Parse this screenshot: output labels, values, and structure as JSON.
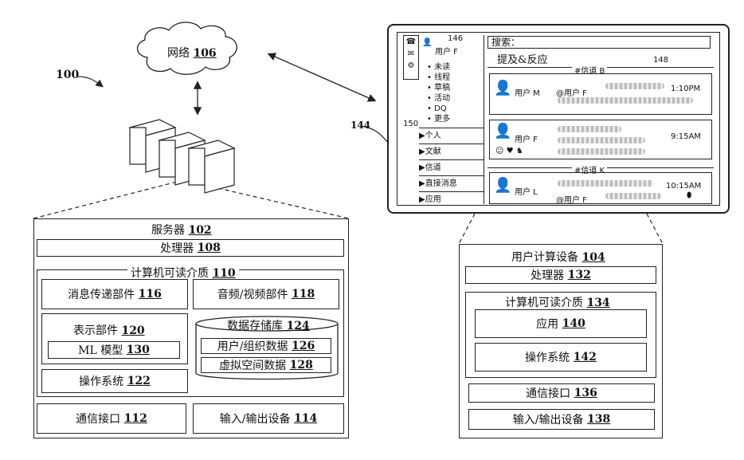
{
  "system": {
    "ref": "100"
  },
  "network": {
    "label": "网络",
    "ref": "106"
  },
  "server": {
    "title": "服务器",
    "ref": "102",
    "processor": {
      "label": "处理器",
      "ref": "108"
    },
    "crm": {
      "label": "计算机可读介质",
      "ref": "110"
    },
    "messaging": {
      "label": "消息传递部件",
      "ref": "116"
    },
    "audio_video": {
      "label": "音频/视频部件",
      "ref": "118"
    },
    "presentation": {
      "label": "表示部件",
      "ref": "120"
    },
    "ml_model": {
      "label": "ML 模型",
      "ref": "130"
    },
    "datastore": {
      "label": "数据存储库",
      "ref": "124"
    },
    "user_org_data": {
      "label": "用户/组织数据",
      "ref": "126"
    },
    "virtual_space_data": {
      "label": "虚拟空间数据",
      "ref": "128"
    },
    "os": {
      "label": "操作系统",
      "ref": "122"
    },
    "comm_interface": {
      "label": "通信接口",
      "ref": "112"
    },
    "io_devices": {
      "label": "输入/输出设备",
      "ref": "114"
    }
  },
  "user_device": {
    "title": "用户计算设备",
    "ref": "104",
    "processor": {
      "label": "处理器",
      "ref": "132"
    },
    "crm": {
      "label": "计算机可读介质",
      "ref": "134"
    },
    "app": {
      "label": "应用",
      "ref": "140"
    },
    "os": {
      "label": "操作系统",
      "ref": "142"
    },
    "comm_interface": {
      "label": "通信接口",
      "ref": "136"
    },
    "io_devices": {
      "label": "输入/输出设备",
      "ref": "138"
    }
  },
  "screen": {
    "ref": "144",
    "user_header": "用户 F",
    "ref_146": "146",
    "ref_148": "148",
    "ref_150": "150",
    "search": "搜索：",
    "mentions_title": "提及&反应",
    "nav_items": [
      "未读",
      "线程",
      "草稿",
      "活动",
      "DQ",
      "更多"
    ],
    "sidebar_sections": [
      "个人",
      "文献",
      "信道",
      "直接消息",
      "应用"
    ],
    "channel_a": "#信道 B",
    "channel_b": "#信道 K",
    "messages": [
      {
        "user": "用户 M",
        "reply": "@用户 F",
        "time": "1:10PM"
      },
      {
        "user": "用户 F",
        "reply": "",
        "time": "9:15AM"
      },
      {
        "user": "用户 L",
        "reply": "@用户 F",
        "time": "10:15AM"
      }
    ],
    "reactions": "☺ ♥ ♞"
  }
}
